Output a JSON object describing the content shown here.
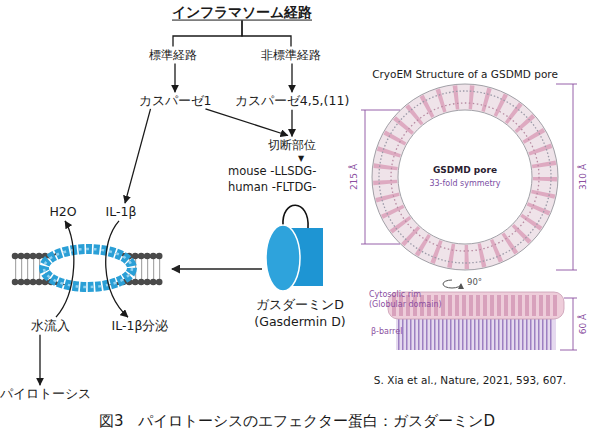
{
  "diagram": {
    "caption": "図3　パイロトーシスのエフェクター蛋白：ガスダーミンD",
    "nodes": [
      {
        "text": [
          "インフラマソーム経路"
        ]
      },
      {
        "text": [
          "標準経路"
        ]
      },
      {
        "text": [
          "非標準経路"
        ]
      },
      {
        "text": [
          "カスパーゼ1"
        ]
      },
      {
        "text": [
          "カスパーゼ4,5,(11)"
        ]
      },
      {
        "text": [
          "切断部位"
        ]
      },
      {
        "text": [
          "ガスダーミンD (Gasdermin D)"
        ]
      },
      {
        "text": [
          "H2O"
        ]
      },
      {
        "text": [
          "IL-1β"
        ]
      },
      {
        "text": [
          "水流入"
        ]
      },
      {
        "text": [
          "IL-1β分泌"
        ]
      },
      {
        "text": [
          "パイロトーシス"
        ]
      }
    ],
    "edges": [
      {
        "from": 0,
        "to": 1,
        "arrow": "none"
      },
      {
        "from": 0,
        "to": 2,
        "arrow": "none"
      },
      {
        "from": 1,
        "to": 3,
        "arrow": "to"
      },
      {
        "from": 2,
        "to": 4,
        "arrow": "to"
      },
      {
        "from": 3,
        "to": 5,
        "arrow": "to"
      },
      {
        "from": 4,
        "to": 5,
        "arrow": "to"
      },
      {
        "from": 3,
        "to": 8,
        "arrow": "to"
      },
      {
        "from": 9,
        "to": 7,
        "arrow": "to"
      },
      {
        "from": 8,
        "to": 10,
        "arrow": "to"
      },
      {
        "from": 9,
        "to": 11,
        "arrow": "to"
      }
    ],
    "labels": [
      "mouse -LLSDG-",
      "human -FLTDG-",
      "▼",
      "CryoEM Structure of a GSDMD pore",
      "215 Å",
      "GSDMD pore",
      "33-fold symmetry",
      "310 Å",
      "Cytosolic rim (Globular domain)",
      "90°",
      "β-barrel",
      "60 Å",
      "S. Xia et al., Nature, 2021, 593, 607."
    ]
  }
}
